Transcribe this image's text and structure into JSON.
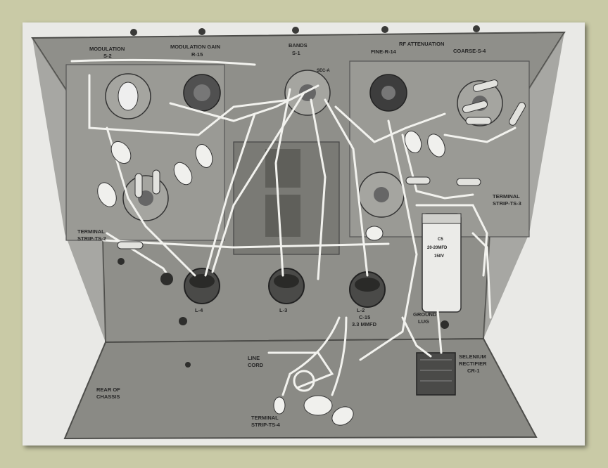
{
  "panel_labels": {
    "modulation": "MODULATION",
    "modulation_ref": "S-2",
    "modulation_gain": "MODULATION GAIN",
    "modulation_gain_ref": "R-15",
    "bands": "BANDS",
    "bands_ref": "S-1",
    "rf_attenuation": "RF ATTENUATION",
    "fine": "FINE-R-14",
    "coarse": "COARSE-S-4",
    "sec_a": "SEC-A"
  },
  "component_labels": {
    "terminal_strip_ts2": [
      "TERMINAL",
      "STRIP-TS-2"
    ],
    "terminal_strip_ts3": [
      "TERMINAL",
      "STRIP-TS-3"
    ],
    "terminal_strip_ts4": [
      "TERMINAL",
      "STRIP-TS-4"
    ],
    "l4": "L-4",
    "l3": "L-3",
    "l2": "L-2",
    "c15": [
      "C-15",
      "3.3 MMFD"
    ],
    "ground_lug": [
      "GROUND",
      "LUG"
    ],
    "line_cord": [
      "LINE",
      "CORD"
    ],
    "rear_of_chassis": [
      "REAR OF",
      "CHASSIS"
    ],
    "selenium_rectifier": [
      "SELENIUM",
      "RECTIFIER",
      "CR-1"
    ],
    "capacitor_c5": [
      "C5",
      "20-20MFD",
      "150V"
    ]
  },
  "colors": {
    "page_background": "#c9caa6",
    "photo_background": "#e9e9e6",
    "chassis": "#8f8f8a",
    "chassis_dark": "#6f6f6a",
    "wire": "#f2f2ee"
  }
}
